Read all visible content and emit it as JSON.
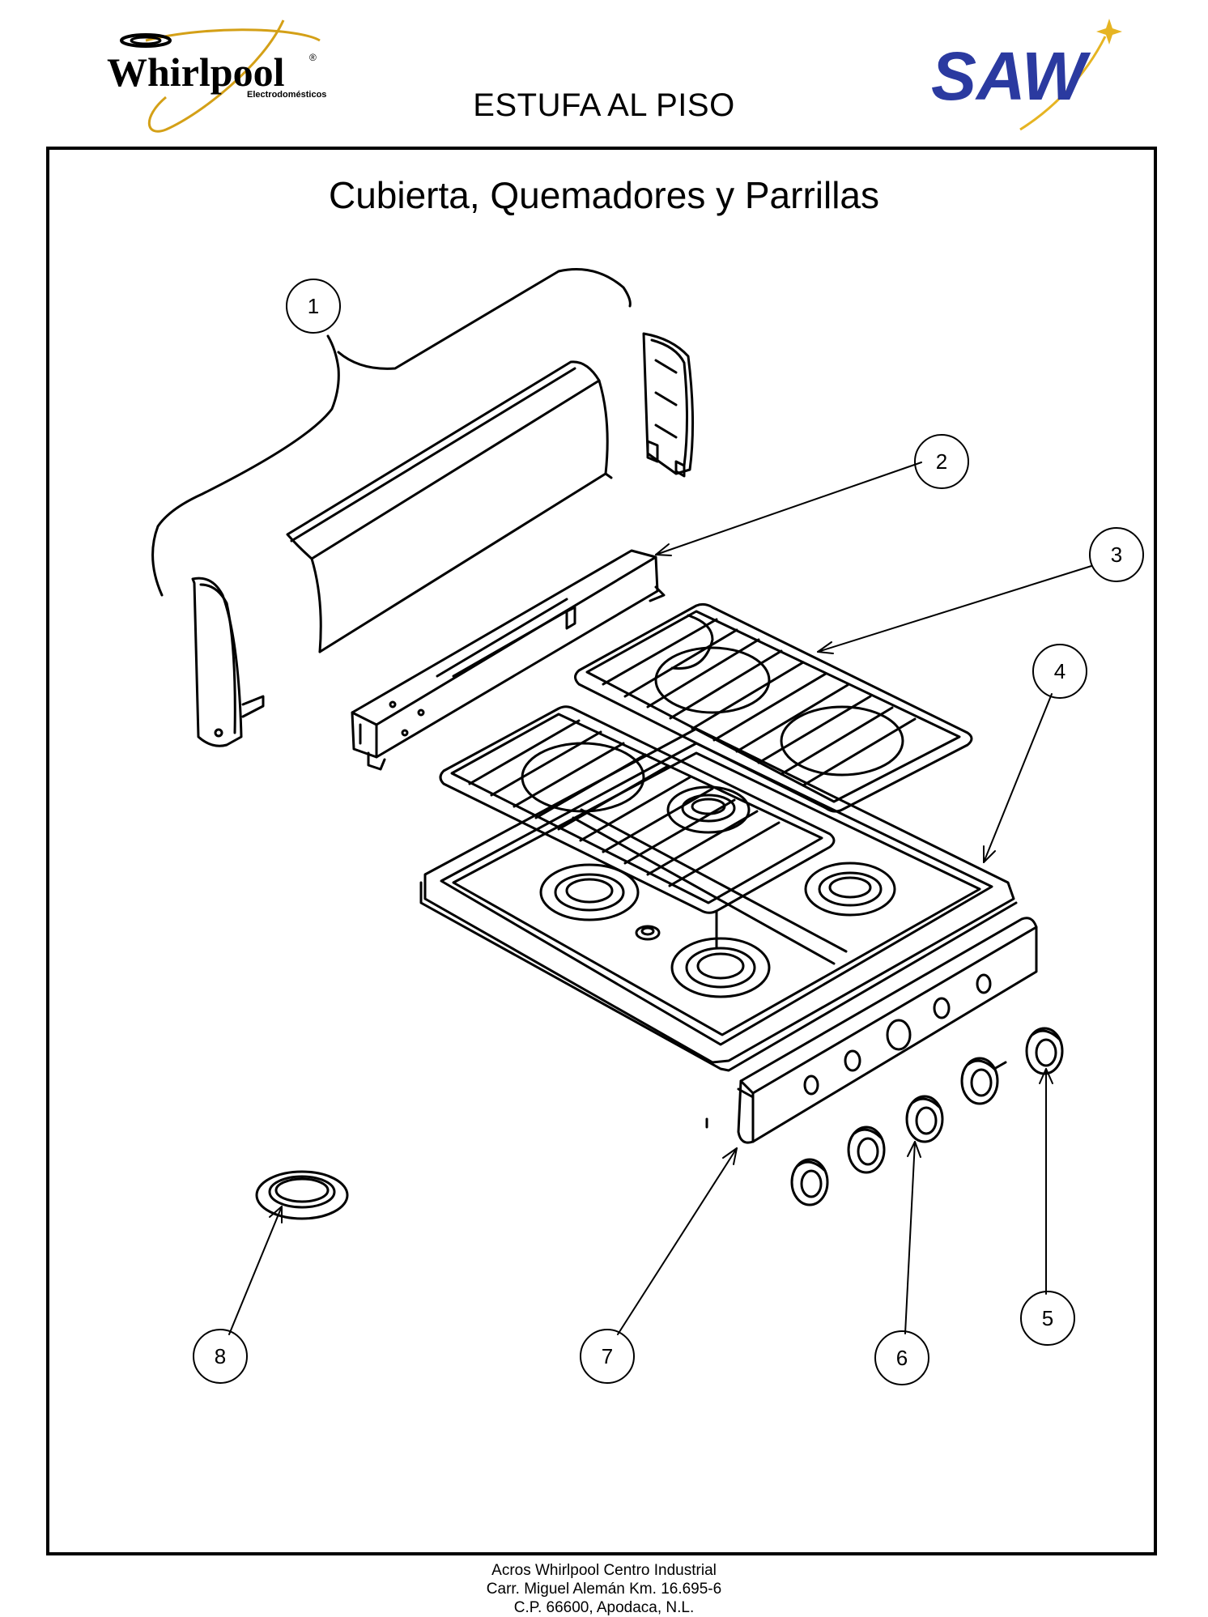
{
  "header": {
    "brand_logo": {
      "icon": "whirlpool-logo",
      "text": "Whirlpool",
      "registered": "®",
      "subtext": "Electrodomésticos",
      "color": "#000000",
      "accent": "#d4a017"
    },
    "saw_logo": {
      "icon": "saw-logo",
      "text": "SAW",
      "color": "#2b3aa0",
      "accent": "#e6b422"
    },
    "title": "ESTUFA AL PISO"
  },
  "diagram": {
    "title": "Cubierta, Quemadores y Parrillas",
    "callouts": [
      "1",
      "2",
      "3",
      "4",
      "5",
      "6",
      "7",
      "8"
    ]
  },
  "footer": {
    "lines": [
      "Acros Whirlpool Centro Industrial",
      "Carr. Miguel Alemán Km. 16.695-6",
      "C.P. 66600, Apodaca, N.L."
    ]
  }
}
